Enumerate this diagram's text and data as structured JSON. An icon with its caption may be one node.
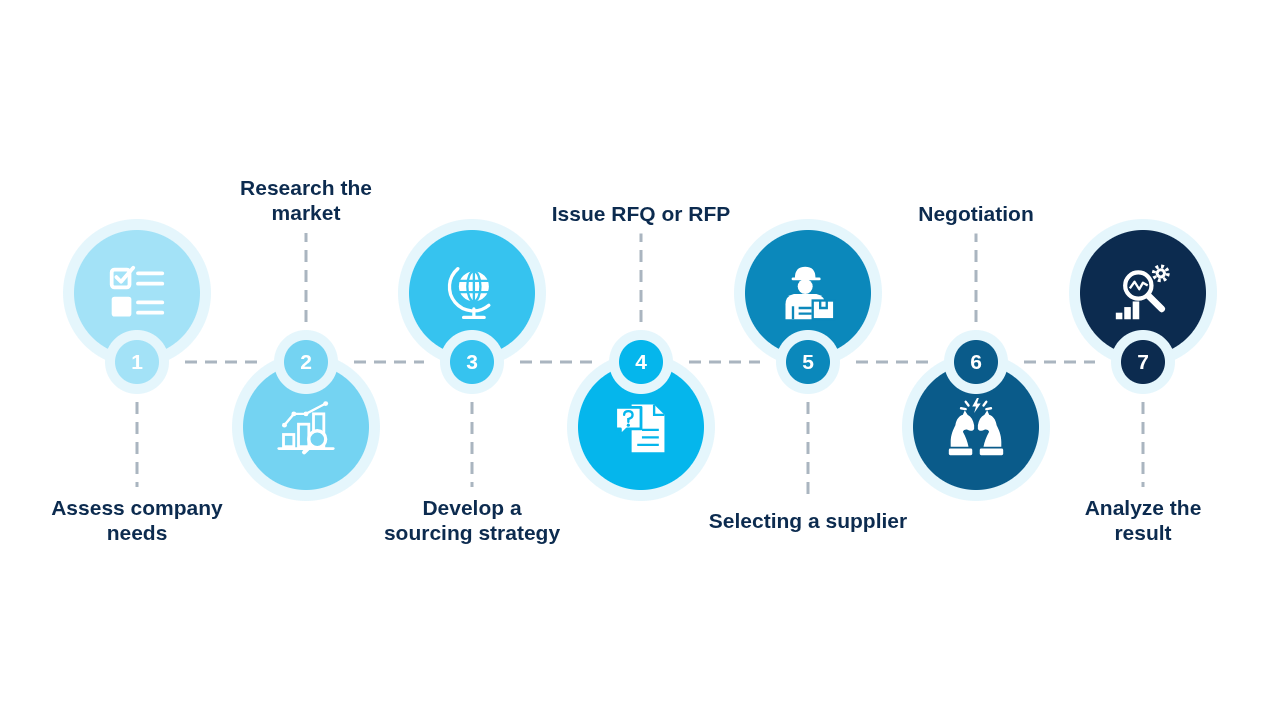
{
  "diagram": {
    "nodes": [
      {
        "text": [
          "1"
        ]
      },
      {
        "text": [
          "Assess company needs"
        ]
      },
      {
        "text": [
          "2"
        ]
      },
      {
        "text": [
          "Research the market"
        ]
      },
      {
        "text": [
          "3"
        ]
      },
      {
        "text": [
          "Develop a sourcing strategy"
        ]
      },
      {
        "text": [
          "4"
        ]
      },
      {
        "text": [
          "Issue RFQ or RFP"
        ]
      },
      {
        "text": [
          "5"
        ]
      },
      {
        "text": [
          "Selecting a supplier"
        ]
      },
      {
        "text": [
          "6"
        ]
      },
      {
        "text": [
          "Negotiation"
        ]
      },
      {
        "text": [
          "7"
        ]
      },
      {
        "text": [
          "Analyze the result"
        ]
      }
    ],
    "edges": [
      {
        "from": 0,
        "to": 1,
        "arrow": "none",
        "style": "dashed"
      },
      {
        "from": 0,
        "to": 2,
        "arrow": "none",
        "style": "dashed"
      },
      {
        "from": 2,
        "to": 3,
        "arrow": "none",
        "style": "dashed"
      },
      {
        "from": 2,
        "to": 4,
        "arrow": "none",
        "style": "dashed"
      },
      {
        "from": 4,
        "to": 5,
        "arrow": "none",
        "style": "dashed"
      },
      {
        "from": 4,
        "to": 6,
        "arrow": "none",
        "style": "dashed"
      },
      {
        "from": 6,
        "to": 7,
        "arrow": "none",
        "style": "dashed"
      },
      {
        "from": 6,
        "to": 8,
        "arrow": "none",
        "style": "dashed"
      },
      {
        "from": 8,
        "to": 9,
        "arrow": "none",
        "style": "dashed"
      },
      {
        "from": 8,
        "to": 10,
        "arrow": "none",
        "style": "dashed"
      },
      {
        "from": 10,
        "to": 11,
        "arrow": "none",
        "style": "dashed"
      },
      {
        "from": 10,
        "to": 12,
        "arrow": "none",
        "style": "dashed"
      },
      {
        "from": 12,
        "to": 13,
        "arrow": "none",
        "style": "dashed"
      }
    ]
  }
}
